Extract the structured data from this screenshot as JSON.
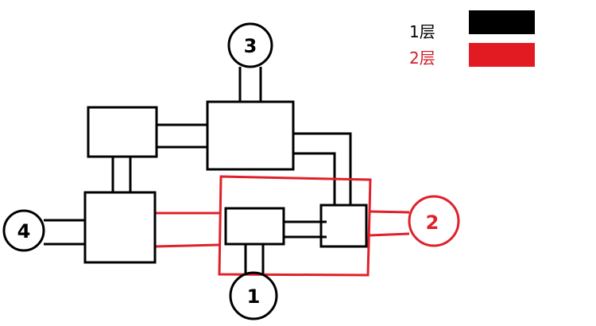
{
  "nodes": {
    "n1": "1",
    "n2": "2",
    "n3": "3",
    "n4": "4"
  },
  "legend": [
    {
      "label": "1层",
      "color": "#000000"
    },
    {
      "label": "2层",
      "color": "#e21b23"
    }
  ]
}
